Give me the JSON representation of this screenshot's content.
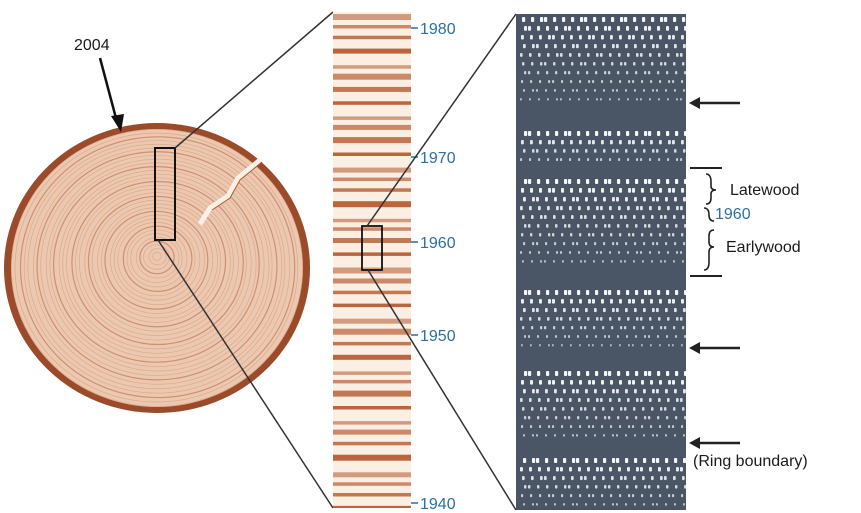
{
  "figure": {
    "harvest_year_label": "2004",
    "strip_year_labels": [
      "1980",
      "1970",
      "1960",
      "1950",
      "1940"
    ],
    "detail_annotations": {
      "latewood": "Latewood",
      "year": "1960",
      "earlywood": "Earlywood",
      "ring_boundary": "(Ring boundary)"
    },
    "colors": {
      "wood_base": "#ecc8b0",
      "ring_line": "#b5653c",
      "strip_ring": "#b3572c",
      "micro_background": "#4a5566",
      "micro_cell": "#ffffff",
      "year_label_blue": "#2c6fa3"
    }
  }
}
